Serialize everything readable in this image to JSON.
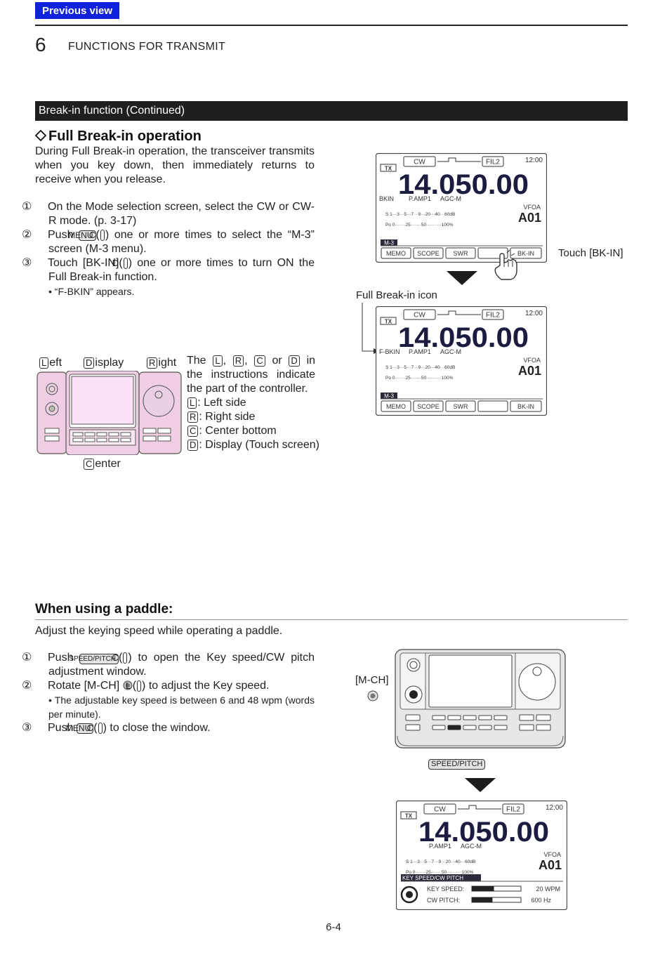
{
  "nav": {
    "previous_view": "Previous view"
  },
  "header": {
    "chapter_number": "6",
    "chapter_title": "FUNCTIONS FOR TRANSMIT"
  },
  "section_bar": "Break-in function (Continued)",
  "full_breakin": {
    "heading": "Full Break-in operation",
    "intro": "During Full Break-in operation, the transceiver transmits when you key down, then immediately returns to receive when you release.",
    "step1": "On the Mode selection screen, select the CW or CW-R mode. (p. 3-17)",
    "step2_a": "Push",
    "step2_b": "one or more times to select the “M-3” screen (M-3 menu).",
    "step3_a": "Touch [BK-IN](",
    "step3_b": ") one or more times to turn ON the Full Break-in function.",
    "step3_bullet": "“F-BKIN” appears."
  },
  "controller": {
    "left": "eft",
    "display": "isplay",
    "right": "ight",
    "center": "enter",
    "desc_a": "The",
    "desc_b": "in the instructions indicate the part of the controller.",
    "legend_L": ": Left side",
    "legend_R": ": Right side",
    "legend_C": ": Center bottom",
    "legend_D": ": Display (Touch screen)"
  },
  "keys": {
    "menu": "MENU",
    "speed_pitch": "SPEED/PITCH",
    "L": "L",
    "R": "R",
    "C": "C",
    "D": "D",
    "n1": "①",
    "n2": "②",
    "n3": "③"
  },
  "callouts": {
    "touch_bkin": "Touch [BK-IN]",
    "full_breakin_icon": "Full Break-in icon",
    "mch": "[M-CH]"
  },
  "screen": {
    "tx": "TX",
    "mode": "CW",
    "filter": "FIL2",
    "time": "12:00",
    "freq": "14.050.00",
    "vfo": "VFOA",
    "channel": "A01",
    "preamp": "P.AMP1",
    "agc": "AGC-M",
    "bkin": "BKIN",
    "fbkin": "F-BKIN",
    "s_scale": "S  1···3···5···7···9···20···40···60dB",
    "po_scale": "Po 0·······25·······50··········100%",
    "menu_tag": "M-3",
    "btn_memo": "MEMO",
    "btn_scope": "SCOPE",
    "btn_swr": "SWR",
    "btn_blank": "",
    "btn_bkin": "BK-IN",
    "ks_title": "KEY SPEED/CW PITCH",
    "ks_speed_label": "KEY SPEED:",
    "ks_speed_val": "20 WPM",
    "ks_pitch_label": "CW PITCH:",
    "ks_pitch_val": "600 Hz",
    "key_speed_level": 0.45,
    "cw_pitch_level": 0.42
  },
  "paddle": {
    "heading": "When using a paddle:",
    "intro": "Adjust the keying speed while operating a paddle.",
    "step1_a": "Push",
    "step1_b": "to open the Key speed/CW pitch adjustment window.",
    "step2_a": "Rotate [M-CH]",
    "step2_b": "to adjust the Key speed.",
    "step2_bullet": "The adjustable key speed is between 6 and 48 wpm (words per minute).",
    "step3_a": "Push",
    "step3_b": "to close the window."
  },
  "footer": {
    "page_number": "6-4"
  }
}
